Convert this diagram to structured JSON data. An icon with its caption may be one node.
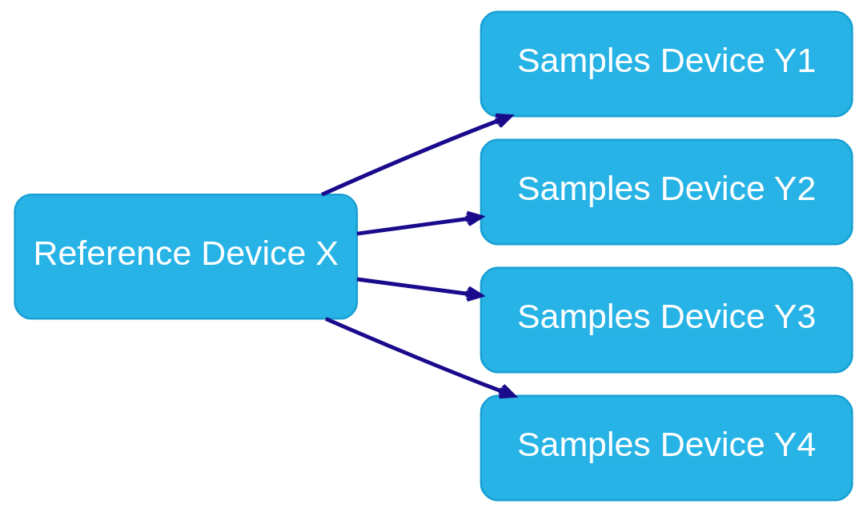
{
  "diagram": {
    "nodes": [
      {
        "text": [
          "Reference Device X"
        ]
      },
      {
        "text": [
          "Samples Device Y1"
        ]
      },
      {
        "text": [
          "Samples Device Y2"
        ]
      },
      {
        "text": [
          "Samples Device Y3"
        ]
      },
      {
        "text": [
          "Samples Device Y4"
        ]
      }
    ],
    "edges": [
      {
        "from": 0,
        "to": 1,
        "arrow": "to"
      },
      {
        "from": 0,
        "to": 2,
        "arrow": "to"
      },
      {
        "from": 0,
        "to": 3,
        "arrow": "to"
      },
      {
        "from": 0,
        "to": 4,
        "arrow": "to"
      }
    ]
  }
}
